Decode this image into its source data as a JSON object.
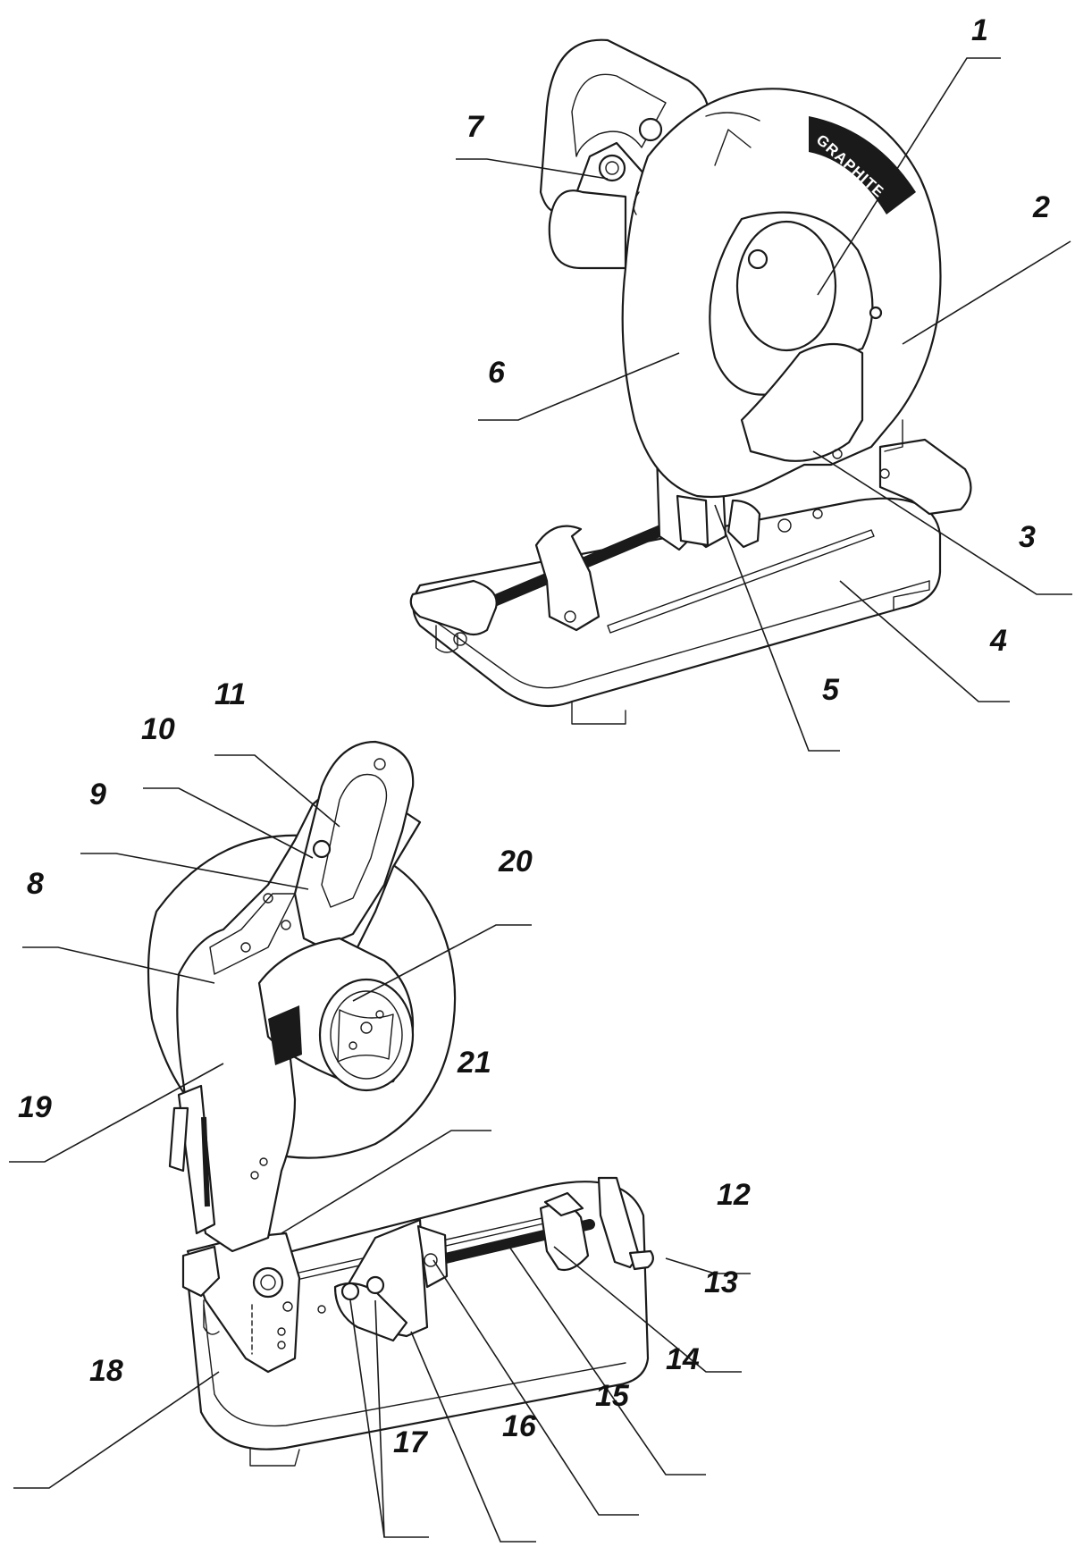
{
  "brand_label": "GRAPHITE",
  "callouts": [
    {
      "id": "1",
      "label": "1"
    },
    {
      "id": "2",
      "label": "2"
    },
    {
      "id": "3",
      "label": "3"
    },
    {
      "id": "4",
      "label": "4"
    },
    {
      "id": "5",
      "label": "5"
    },
    {
      "id": "6",
      "label": "6"
    },
    {
      "id": "7",
      "label": "7"
    },
    {
      "id": "8",
      "label": "8"
    },
    {
      "id": "9",
      "label": "9"
    },
    {
      "id": "10",
      "label": "10"
    },
    {
      "id": "11",
      "label": "11"
    },
    {
      "id": "12",
      "label": "12"
    },
    {
      "id": "13",
      "label": "13"
    },
    {
      "id": "14",
      "label": "14"
    },
    {
      "id": "15",
      "label": "15"
    },
    {
      "id": "16",
      "label": "16"
    },
    {
      "id": "17",
      "label": "17"
    },
    {
      "id": "18",
      "label": "18"
    },
    {
      "id": "19",
      "label": "19"
    },
    {
      "id": "20",
      "label": "20"
    },
    {
      "id": "21",
      "label": "21"
    }
  ]
}
